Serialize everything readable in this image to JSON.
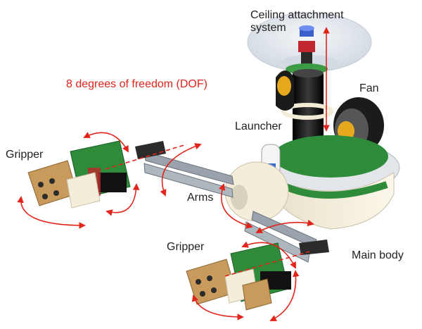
{
  "labels": {
    "ceiling": "Ceiling attachment system",
    "dof": "8 degrees of freedom (DOF)",
    "fan": "Fan",
    "launcher": "Launcher",
    "gripper_left": "Gripper",
    "arms": "Arms",
    "gripper_bottom": "Gripper",
    "main_body": "Main body"
  },
  "colors": {
    "arrow": "#e1251b",
    "dof_text": "#e1251b",
    "pcb_green": "#2e8b3a",
    "body_cream": "#f5eed9",
    "arm_grey": "#9aa3ad",
    "gripper_tan": "#c89a5c",
    "motor_black": "#1a1a1a",
    "dome": "#dce3ea"
  }
}
